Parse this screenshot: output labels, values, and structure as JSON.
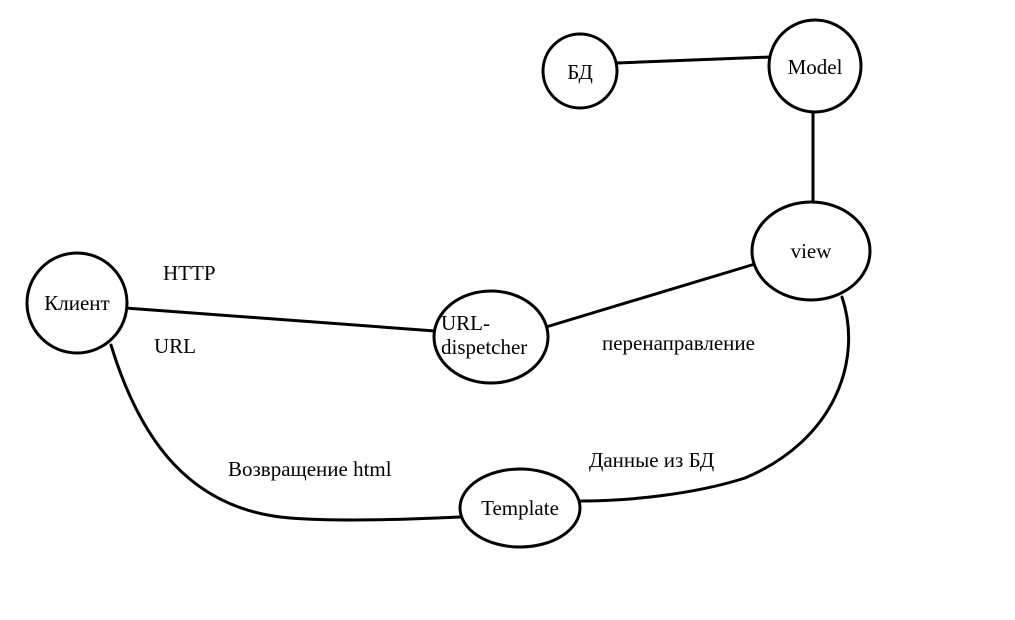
{
  "diagram": {
    "background_color": "#ffffff",
    "stroke_color": "#000000",
    "nodes": {
      "db": {
        "label": "БД"
      },
      "model": {
        "label": "Model"
      },
      "view": {
        "label": "view"
      },
      "url_dispatcher": {
        "label_line1": "URL-",
        "label_line2": "dispetcher"
      },
      "client": {
        "label": "Клиент"
      },
      "template": {
        "label": "Template"
      }
    },
    "edges": [
      {
        "from": "db",
        "to": "model"
      },
      {
        "from": "model",
        "to": "view"
      },
      {
        "from": "client",
        "to": "url_dispatcher",
        "label_above": "HTTP",
        "label_below": "URL"
      },
      {
        "from": "url_dispatcher",
        "to": "view",
        "label": "перенаправление"
      },
      {
        "from": "view",
        "to": "template",
        "label": "Данные из БД"
      },
      {
        "from": "client",
        "to": "template",
        "label": "Возвращение html"
      }
    ]
  }
}
